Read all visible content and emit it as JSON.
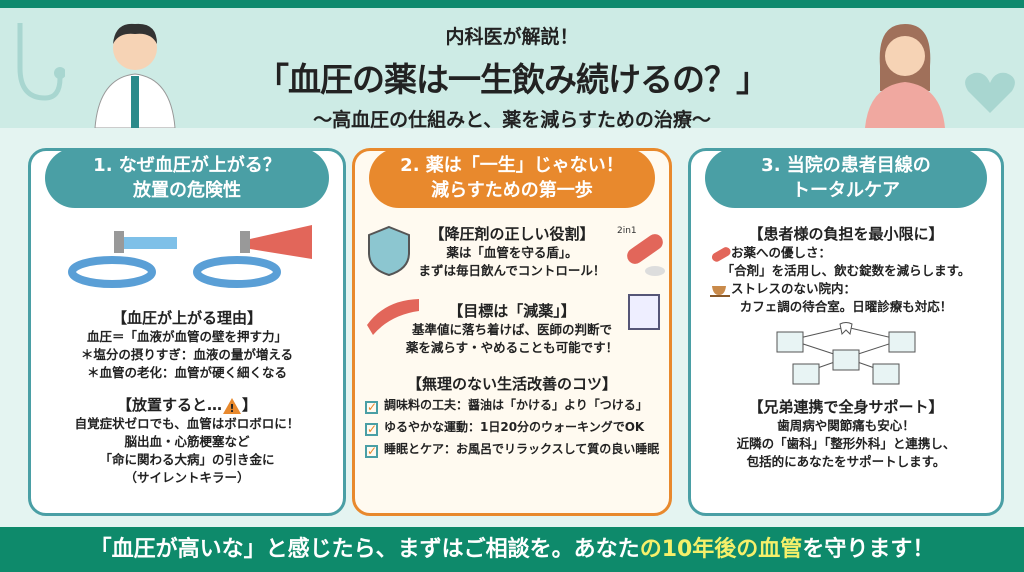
{
  "header": {
    "subtitle": "内科医が解説！",
    "title": "「血圧の薬は一生飲み続けるの？」",
    "tagline": "〜高血圧の仕組みと、薬を減らすための治療〜"
  },
  "cards": [
    {
      "title1": "1. なぜ血圧が上がる？",
      "title2": "放置の危険性",
      "sec1": "【血圧が上がる理由】",
      "l1": "血圧＝「血液が血管の壁を押す力」",
      "l2": "＊塩分の摂りすぎ：血液の量が増える",
      "l3": "＊血管の老化：血管が硬く細くなる",
      "sec2": "【放置すると…",
      "sec2_end": "】",
      "l4": "自覚症状ゼロでも、血管はボロボロに！",
      "l5": "脳出血・心筋梗塞など",
      "l6": "「命に関わる大病」の引き金に",
      "l7": "（サイレントキラー）"
    },
    {
      "title1": "2. 薬は「一生」じゃない！",
      "title2": "減らすための第一歩",
      "sec1": "【降圧剤の正しい役割】",
      "badge": "2in1",
      "l1": "薬は「血管を守る盾」。",
      "l2": "まずは毎日飲んでコントロール！",
      "sec2": "【目標は「減薬」】",
      "l3": "基準値に落ち着けば、医師の判断で",
      "l4": "薬を減らす・やめることも可能です！",
      "sec3": "【無理のない生活改善のコツ】",
      "checks": [
        "調味料の工夫：醤油は「かける」より「つける」",
        "ゆるやかな運動：1日20分のウォーキングでOK",
        "睡眠とケア：お風呂でリラックスして質の良い睡眠"
      ]
    },
    {
      "title1": "3. 当院の患者目線の",
      "title2": "トータルケア",
      "sec1": "【患者様の負担を最小限に】",
      "l1": "お薬への優しさ：",
      "l2": "「合剤」を活用し、飲む錠数を減らします。",
      "l3": "ストレスのない院内：",
      "l4": "カフェ調の待合室。日曜診療も対応！",
      "sec2": "【兄弟連携で全身サポート】",
      "l5": "歯周病や関節痛も安心！",
      "l6": "近隣の「歯科」「整形外科」と連携し、",
      "l7": "包括的にあなたをサポートします。"
    }
  ],
  "footer": {
    "pre": "「血圧が高いな」と感じたら、まずはご相談を。あなた",
    "highlight": "の10年後の血管",
    "post": "を守ります！"
  },
  "colors": {
    "teal": "#4a9fa5",
    "orange": "#e8892d",
    "green": "#0e8a6b",
    "highlight": "#f5f06a"
  }
}
